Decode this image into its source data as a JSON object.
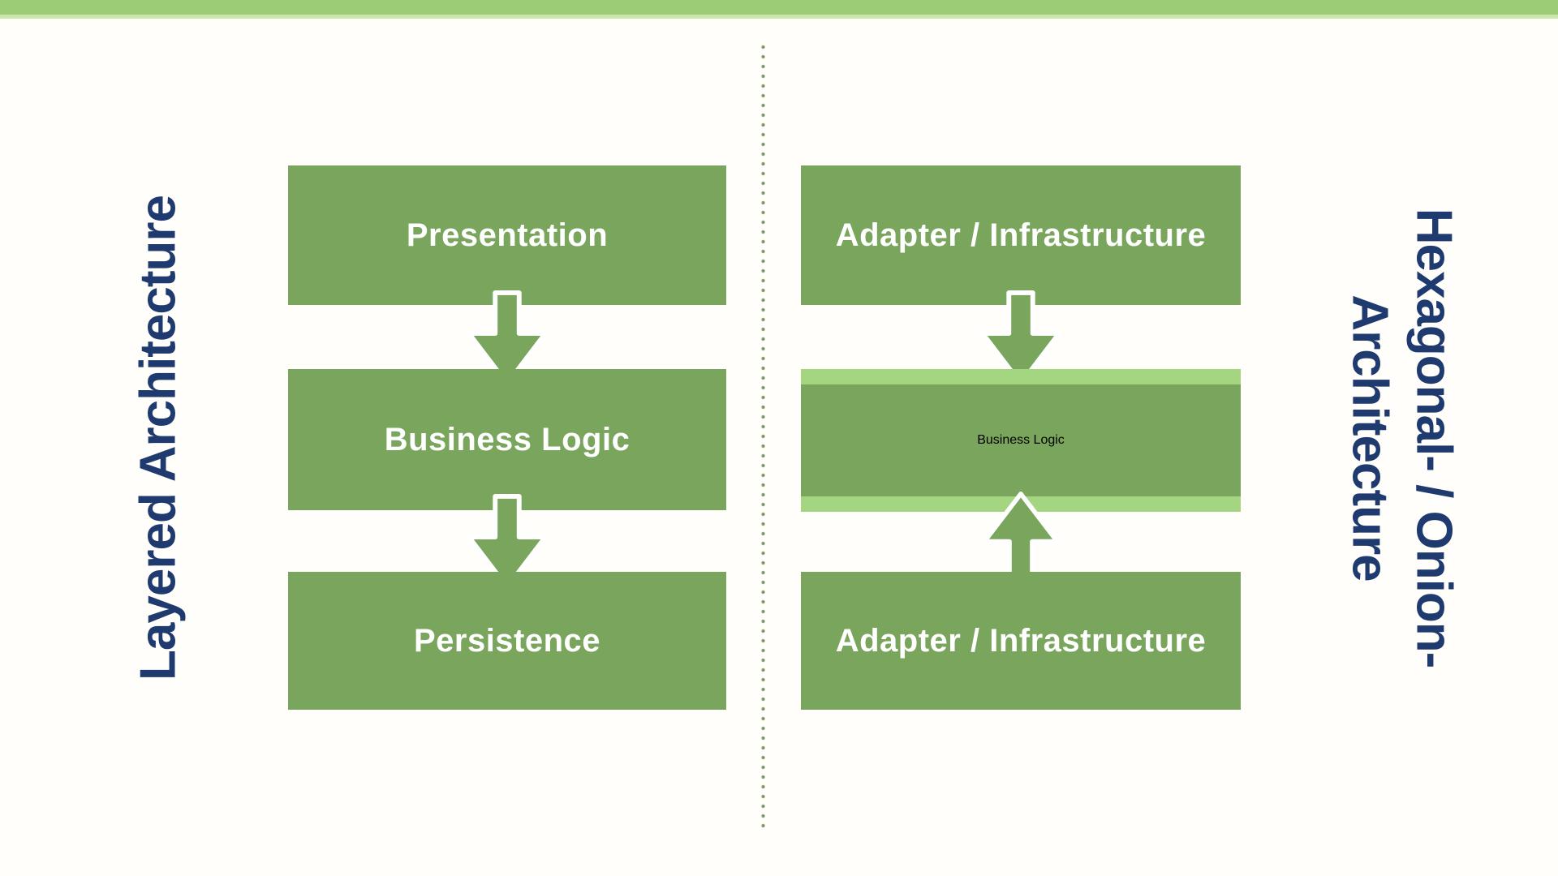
{
  "diagram": {
    "kind": "architecture-comparison",
    "left_panel": {
      "title": "Layered Architecture",
      "boxes": [
        {
          "label": "Presentation"
        },
        {
          "label": "Business Logic"
        },
        {
          "label": "Persistence"
        }
      ],
      "arrows": [
        "down",
        "down"
      ]
    },
    "right_panel": {
      "title_line1": "Hexagonal- / Onion-",
      "title_line2": "Architecture",
      "boxes": [
        {
          "label": "Adapter / Infrastructure"
        },
        {
          "label": "Business Logic"
        },
        {
          "label": "Adapter / Infrastructure"
        }
      ],
      "arrows": [
        "down",
        "up"
      ]
    },
    "colors": {
      "box_green": "#7aa55c",
      "accent_light_green": "#a4d581",
      "top_bar_green": "#9dcc76",
      "top_bar_edge": "#c9e5aa",
      "divider_dot": "#7f9568",
      "title_navy": "#1e3a6e",
      "label_text": "#ffffff",
      "background": "#fffefb"
    }
  }
}
